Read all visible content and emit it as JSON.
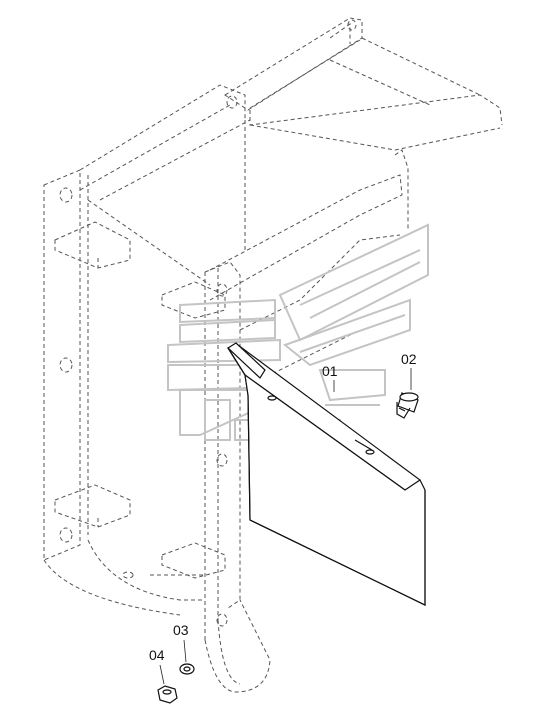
{
  "parts": [
    {
      "id": "part-01",
      "label": "01"
    },
    {
      "id": "part-02",
      "label": "02"
    },
    {
      "id": "part-03",
      "label": "03"
    },
    {
      "id": "part-04",
      "label": "04"
    }
  ],
  "colors": {
    "background": "#ffffff",
    "line": "#111111",
    "hidden_line": "#555555",
    "watermark": "#c4c4c4"
  }
}
